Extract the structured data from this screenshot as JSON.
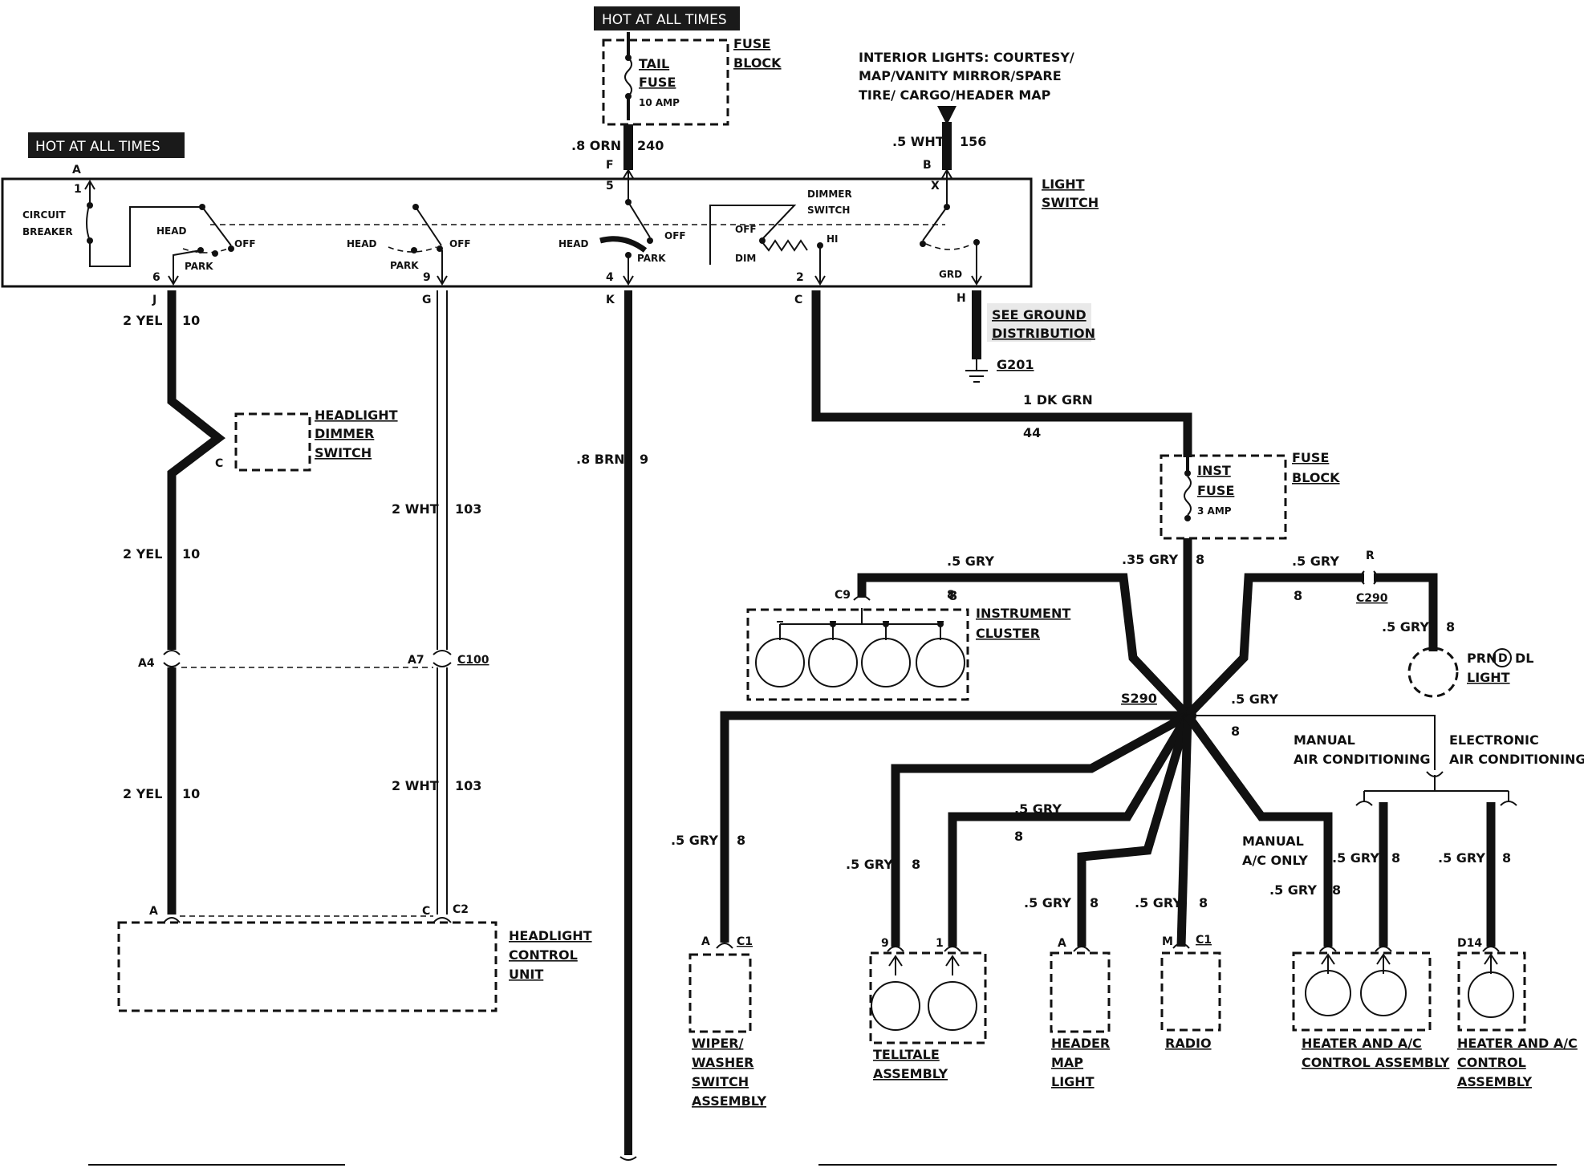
{
  "headers": {
    "top": "HOT AT ALL TIMES",
    "left": "HOT AT ALL TIMES"
  },
  "fuse_block_top": {
    "block_label": [
      "FUSE",
      "BLOCK"
    ],
    "fuse_name": [
      "TAIL",
      "FUSE"
    ],
    "rating": "10 AMP",
    "wire_gauge": ".8 ORN",
    "circuit": "240"
  },
  "interior_lights": {
    "label": [
      "INTERIOR LIGHTS: COURTESY/",
      "MAP/VANITY MIRROR/SPARE",
      "TIRE/ CARGO/HEADER MAP"
    ],
    "wire_gauge": ".5 WHT",
    "circuit": "156"
  },
  "light_switch": {
    "title": [
      "LIGHT",
      "SWITCH"
    ],
    "breaker": [
      "CIRCUIT",
      "BREAKER"
    ],
    "pins": {
      "A": "A",
      "one": "1",
      "F": "F",
      "five": "5",
      "B": "B",
      "X": "X",
      "six": "6",
      "nine": "9",
      "four": "4",
      "two": "2"
    },
    "positions": {
      "head": "HEAD",
      "off": "OFF",
      "park": "PARK",
      "dim": "DIM",
      "hi": "HI",
      "grd": "GRD"
    },
    "dimmer": [
      "DIMMER",
      "SWITCH"
    ]
  },
  "connectors": {
    "J": "J",
    "G": "G",
    "K": "K",
    "C": "C",
    "H": "H"
  },
  "ground": {
    "note": [
      "SEE GROUND",
      "DISTRIBUTION"
    ],
    "ref": "G201"
  },
  "wires": {
    "yel": "2 YEL",
    "yel_circuit": "10",
    "wht": "2 WHT",
    "wht_circuit": "103",
    "brn": ".8 BRN",
    "brn_circuit": "9",
    "dkgrn": "1 DK GRN",
    "dkgrn_circuit": "44",
    "gry5": ".5 GRY",
    "gry35": ".35 GRY",
    "gry_circuit": "8"
  },
  "headlight_dimmer": {
    "label": [
      "HEADLIGHT",
      "DIMMER",
      "SWITCH"
    ],
    "pin": "C"
  },
  "c100": {
    "a4": "A4",
    "a7": "A7",
    "name": "C100"
  },
  "headlight_control": {
    "label": [
      "HEADLIGHT",
      "CONTROL",
      "UNIT"
    ],
    "pin_a": "A",
    "pin_c": "C",
    "pin_c2": "C2"
  },
  "inst_fuse": {
    "block_label": [
      "FUSE",
      "BLOCK"
    ],
    "fuse_name": [
      "INST",
      "FUSE"
    ],
    "rating": "3 AMP"
  },
  "instrument_cluster": {
    "label": [
      "INSTRUMENT",
      "CLUSTER"
    ],
    "conn": "C9"
  },
  "prndl": {
    "conn_pin": "R",
    "conn": "C290",
    "label_a": "PRN",
    "label_d": "D",
    "label_b": "DL",
    "label_c": "LIGHT"
  },
  "splice": "S290",
  "ac": {
    "manual": [
      "MANUAL",
      "AIR CONDITIONING"
    ],
    "electronic": [
      "ELECTRONIC",
      "AIR CONDITIONING"
    ],
    "manual_only": [
      "MANUAL",
      "A/C ONLY"
    ]
  },
  "components": {
    "wiper": {
      "label": [
        "WIPER/",
        "WASHER",
        "SWITCH",
        "ASSEMBLY"
      ],
      "pin": "A",
      "conn": "C1"
    },
    "telltale": {
      "label": [
        "TELLTALE",
        "ASSEMBLY"
      ],
      "pin9": "9",
      "pin1": "1"
    },
    "header_map": {
      "label": [
        "HEADER",
        "MAP",
        "LIGHT"
      ],
      "pin": "A"
    },
    "radio": {
      "label": "RADIO",
      "pin": "M",
      "conn": "C1"
    },
    "heater_manual": {
      "label": [
        "HEATER AND A/C",
        "CONTROL ASSEMBLY"
      ]
    },
    "heater_electronic": {
      "label": [
        "HEATER AND A/C",
        "CONTROL",
        "ASSEMBLY"
      ],
      "pin": "D14"
    }
  }
}
